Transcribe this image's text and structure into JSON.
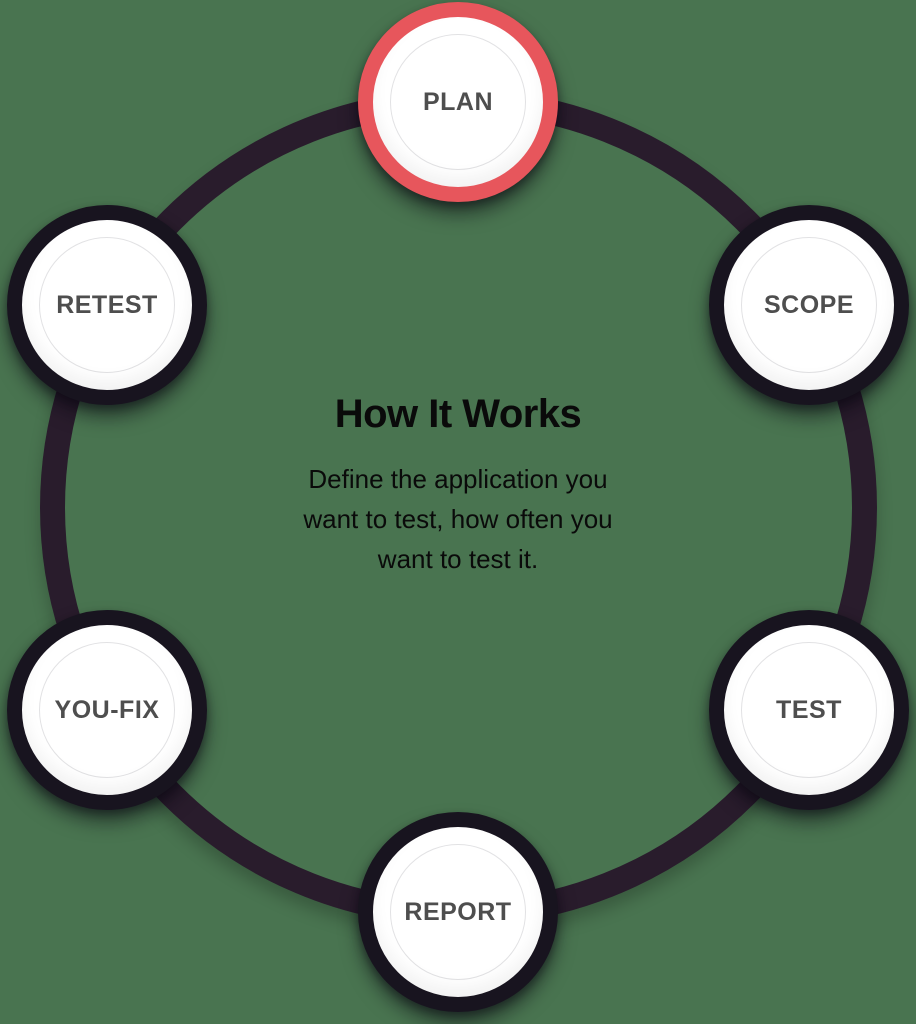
{
  "diagram": {
    "title": "How It Works",
    "description_lines": [
      "Define the application you",
      "want to test, how often you",
      "want to test it."
    ],
    "steps": [
      {
        "label": "PLAN",
        "state": "active"
      },
      {
        "label": "SCOPE",
        "state": "default"
      },
      {
        "label": "TEST",
        "state": "default"
      },
      {
        "label": "REPORT",
        "state": "default"
      },
      {
        "label": "YOU-FIX",
        "state": "default"
      },
      {
        "label": "RETEST",
        "state": "default"
      }
    ],
    "colors": {
      "background": "#497450",
      "cycle_ring": "#291C2C",
      "node_ring": "#18141F",
      "node_ring_active": "#E7565C",
      "node_fill": "#FFFFFF",
      "node_label": "#4E4E4E",
      "center_text": "#0A0A0A"
    }
  }
}
